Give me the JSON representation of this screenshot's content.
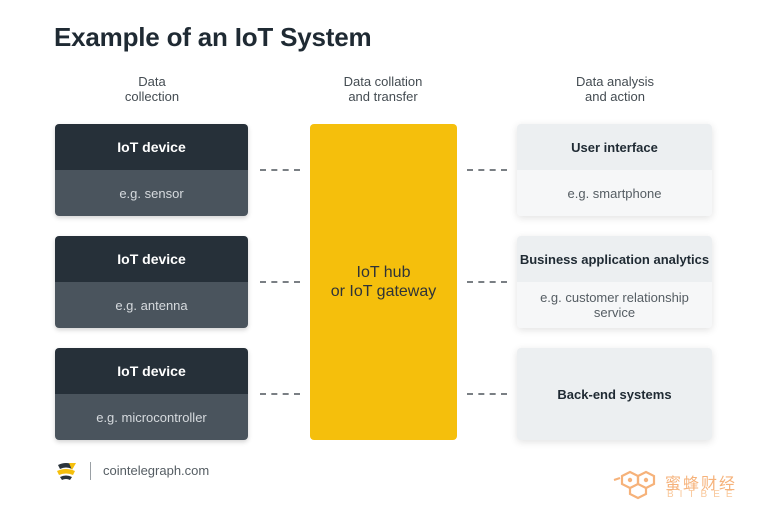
{
  "title": "Example of an IoT System",
  "columns": {
    "left": "Data\ncollection",
    "middle": "Data collation\nand transfer",
    "right": "Data analysis\nand action"
  },
  "devices": [
    {
      "title": "IoT device",
      "example": "e.g. sensor"
    },
    {
      "title": "IoT device",
      "example": "e.g. antenna"
    },
    {
      "title": "IoT device",
      "example": "e.g. microcontroller"
    }
  ],
  "hub": {
    "label": "IoT hub\nor IoT gateway"
  },
  "outputs": [
    {
      "title": "User interface",
      "example": "e.g. smartphone"
    },
    {
      "title": "Business application analytics",
      "example": "e.g. customer relationship\nservice"
    },
    {
      "title": "Back-end systems"
    }
  ],
  "footer": {
    "source": "cointelegraph.com"
  },
  "watermark": {
    "cn": "蜜蜂财经",
    "en": "BITBEE"
  },
  "colors": {
    "dark": "#263039",
    "slate": "#4a545d",
    "hub": "#f5bf0c",
    "light": "#eceff1",
    "watermark": "#f6b27a"
  }
}
